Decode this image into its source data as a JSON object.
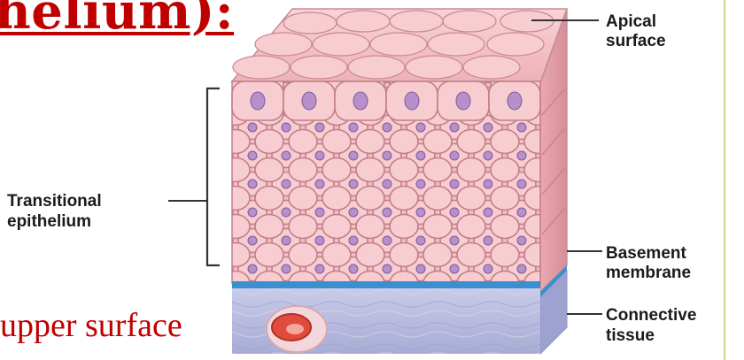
{
  "slide": {
    "title": "helium):",
    "body_fragment": "upper surface"
  },
  "diagram": {
    "labels": {
      "apical_line1": "Apical",
      "apical_line2": "surface",
      "transitional_line1": "Transitional",
      "transitional_line2": "epithelium",
      "basement_line1": "Basement",
      "basement_line2": "membrane",
      "connective_line1": "Connective",
      "connective_line2": "tissue"
    },
    "colors": {
      "title": "#c00000",
      "cell_fill": "#f4c2c6",
      "cell_stroke": "#c8878f",
      "nucleus": "#b390c8",
      "basement_membrane": "#3a8fd0",
      "connective_tissue": "#b9bce0"
    }
  }
}
